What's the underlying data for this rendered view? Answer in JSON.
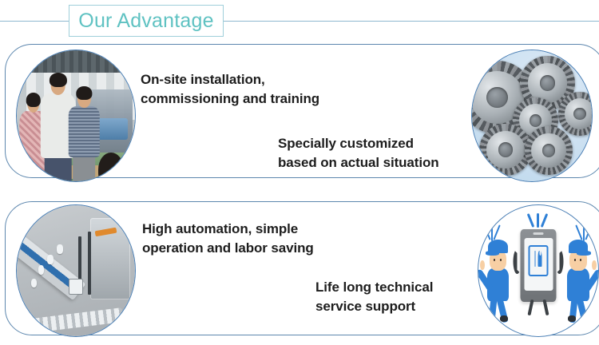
{
  "header": {
    "title": "Our Advantage",
    "accent_color": "#5fc2c2",
    "rule_color": "#8fb8cf",
    "box_border_color": "#9fcfda"
  },
  "panels": [
    {
      "name": "advantage-row-1",
      "border_color": "#5d87ae",
      "left_media": {
        "icon_name": "factory-inspection-photo",
        "alt": "Engineers inspecting packaging machinery in a factory"
      },
      "right_media": {
        "icon_name": "metal-gears-photo",
        "alt": "Assorted metal gears on a light blue background"
      },
      "texts": [
        "On-site installation,\ncommissioning and training",
        "Specially customized\nbased on actual situation"
      ]
    },
    {
      "name": "advantage-row-2",
      "border_color": "#5d87ae",
      "left_media": {
        "icon_name": "production-line-photo",
        "alt": "Aerial view of an automated production line"
      },
      "right_media": {
        "icon_name": "technical-support-illustration",
        "alt": "Two cartoon workers beside a smartphone showing tools"
      },
      "texts": [
        "High automation, simple\noperation and labor saving",
        "Life long technical\nservice support"
      ]
    }
  ],
  "theme": {
    "background": "#ffffff",
    "text_color": "#1d1d1d"
  }
}
